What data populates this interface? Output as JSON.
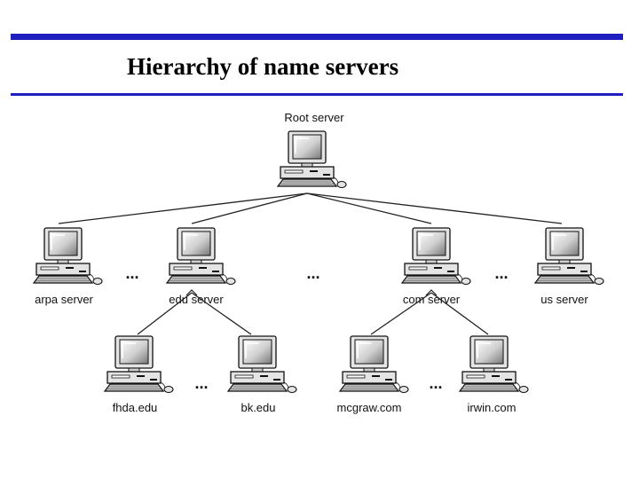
{
  "title": "Hierarchy of name servers",
  "colors": {
    "rule": "#1f1fbf"
  },
  "servers": {
    "root": "Root server",
    "arpa": "arpa server",
    "edu": "edu server",
    "com": "com server",
    "us": "us server",
    "fhda": "fhda.edu",
    "bk": "bk.edu",
    "mcgraw": "mcgraw.com",
    "irwin": "irwin.com"
  },
  "ellipsis": "..."
}
